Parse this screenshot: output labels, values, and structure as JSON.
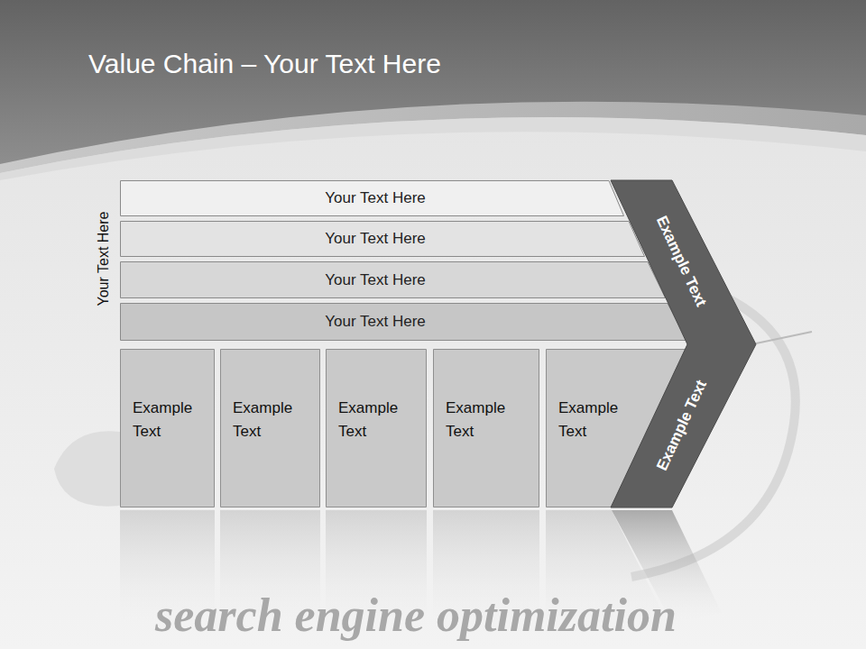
{
  "diagram": {
    "title": "Value Chain – Your Text Here",
    "nodes": [
      {
        "text": [
          "Your Text Here"
        ]
      },
      {
        "text": [
          "Your Text Here"
        ]
      },
      {
        "text": [
          "Your Text Here"
        ]
      },
      {
        "text": [
          "Your Text Here"
        ]
      },
      {
        "text": [
          "Example Text"
        ]
      },
      {
        "text": [
          "Example Text"
        ]
      },
      {
        "text": [
          "Example Text"
        ]
      },
      {
        "text": [
          "Example Text"
        ]
      },
      {
        "text": [
          "Example Text"
        ]
      },
      {
        "text": [
          "Example Text",
          "Example Text"
        ]
      }
    ],
    "labels": [
      "Your Text Here",
      "search engine optimization"
    ]
  }
}
